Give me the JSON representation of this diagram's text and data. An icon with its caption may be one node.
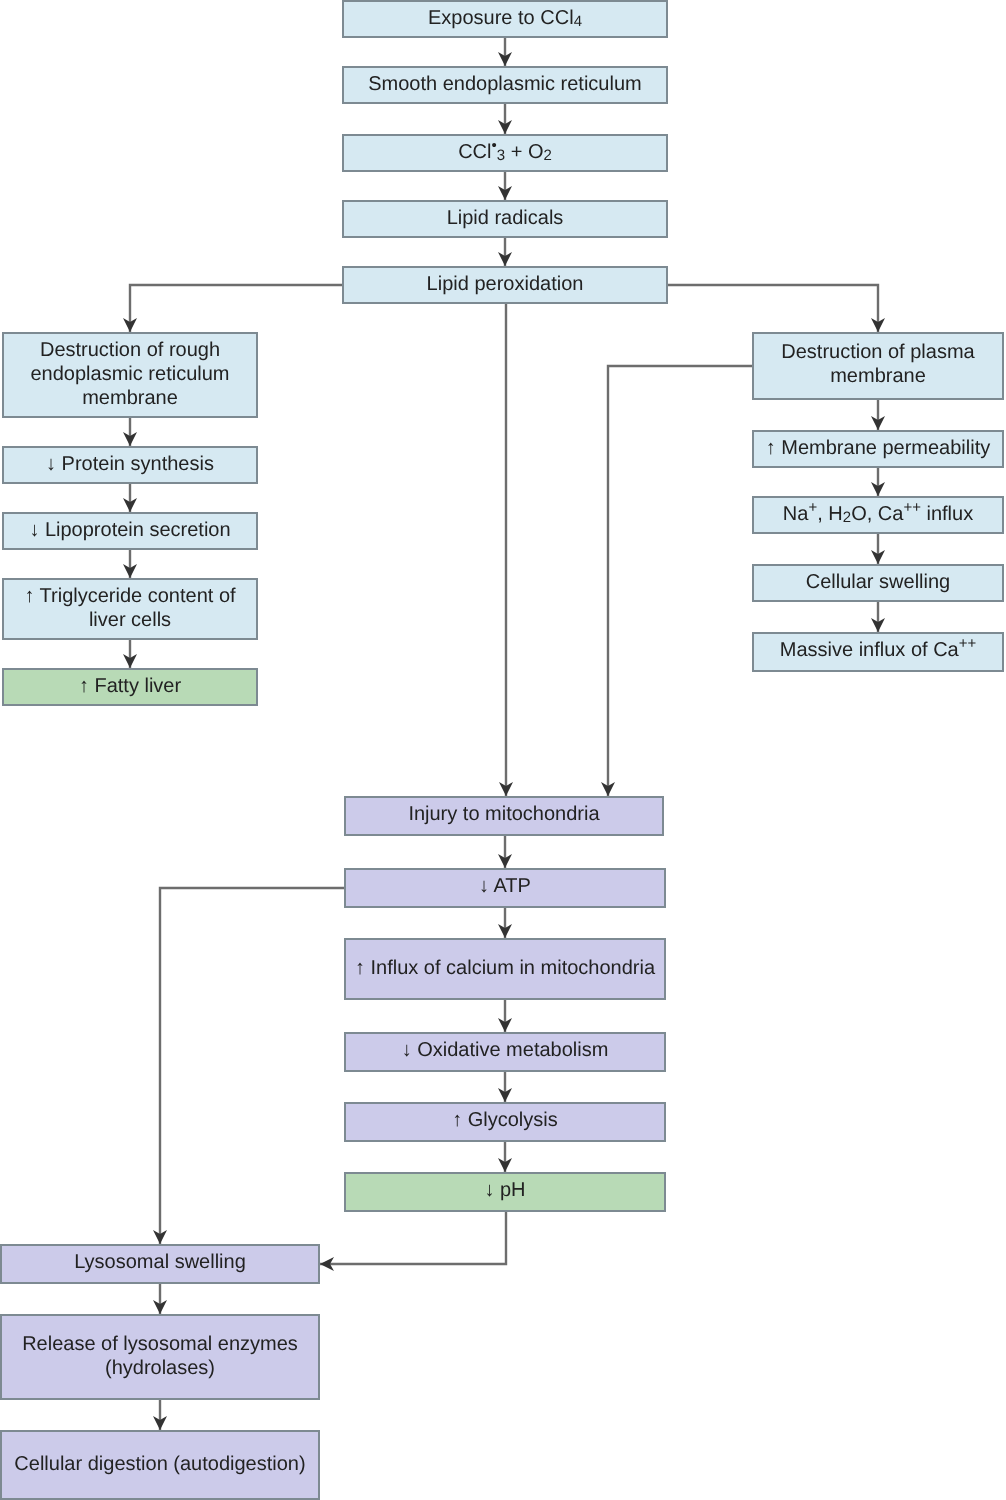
{
  "diagram": {
    "nodes": [
      {
        "text": [
          "Exposure to CCl$_{4}$"
        ]
      },
      {
        "text": [
          "Smooth endoplasmic reticulum"
        ]
      },
      {
        "text": [
          "CCl$^{•}$$_{3}$ + O$_{2}$"
        ]
      },
      {
        "text": [
          "Lipid radicals"
        ]
      },
      {
        "text": [
          "Lipid peroxidation"
        ]
      },
      {
        "text": [
          "Destruction of rough endoplasmic reticulum membrane"
        ]
      },
      {
        "text": [
          "↓ Protein synthesis"
        ]
      },
      {
        "text": [
          "↓ Lipoprotein secretion"
        ]
      },
      {
        "text": [
          "↑ Triglyceride content of liver cells"
        ]
      },
      {
        "text": [
          "↑ Fatty liver"
        ]
      },
      {
        "text": [
          "Destruction of plasma membrane"
        ]
      },
      {
        "text": [
          "↑ Membrane permeability"
        ]
      },
      {
        "text": [
          "Na$^{+}$, H$_{2}$O, Ca$^{++}$ influx"
        ]
      },
      {
        "text": [
          "Cellular swelling"
        ]
      },
      {
        "text": [
          "Massive influx of Ca$^{++}$"
        ]
      },
      {
        "text": [
          "Injury to mitochondria"
        ]
      },
      {
        "text": [
          "↓ ATP"
        ]
      },
      {
        "text": [
          "↑ Influx of calcium in mitochondria"
        ]
      },
      {
        "text": [
          "↓ Oxidative metabolism"
        ]
      },
      {
        "text": [
          "↑ Glycolysis"
        ]
      },
      {
        "text": [
          "↓ pH"
        ]
      },
      {
        "text": [
          "Lysosomal swelling"
        ]
      },
      {
        "text": [
          "Release of lysosomal enzymes (hydrolases)"
        ]
      },
      {
        "text": [
          "Cellular digestion (autodigestion)"
        ]
      }
    ],
    "edges": [
      {
        "from": 0,
        "to": 1,
        "arrow": "to"
      },
      {
        "from": 1,
        "to": 2,
        "arrow": "to"
      },
      {
        "from": 2,
        "to": 3,
        "arrow": "to"
      },
      {
        "from": 3,
        "to": 4,
        "arrow": "to"
      },
      {
        "from": 4,
        "to": 5,
        "arrow": "to"
      },
      {
        "from": 4,
        "to": 10,
        "arrow": "to"
      },
      {
        "from": 4,
        "to": 15,
        "arrow": "to"
      },
      {
        "from": 5,
        "to": 6,
        "arrow": "to"
      },
      {
        "from": 6,
        "to": 7,
        "arrow": "to"
      },
      {
        "from": 7,
        "to": 8,
        "arrow": "to"
      },
      {
        "from": 8,
        "to": 9,
        "arrow": "to"
      },
      {
        "from": 10,
        "to": 11,
        "arrow": "to"
      },
      {
        "from": 11,
        "to": 12,
        "arrow": "to"
      },
      {
        "from": 12,
        "to": 13,
        "arrow": "to"
      },
      {
        "from": 13,
        "to": 14,
        "arrow": "to"
      },
      {
        "from": 10,
        "to": 15,
        "arrow": "to"
      },
      {
        "from": 15,
        "to": 16,
        "arrow": "to"
      },
      {
        "from": 16,
        "to": 17,
        "arrow": "to"
      },
      {
        "from": 17,
        "to": 18,
        "arrow": "to"
      },
      {
        "from": 18,
        "to": 19,
        "arrow": "to"
      },
      {
        "from": 19,
        "to": 20,
        "arrow": "to"
      },
      {
        "from": 16,
        "to": 21,
        "arrow": "to"
      },
      {
        "from": 20,
        "to": 21,
        "arrow": "to"
      },
      {
        "from": 21,
        "to": 22,
        "arrow": "to"
      },
      {
        "from": 22,
        "to": 23,
        "arrow": "to"
      }
    ]
  }
}
